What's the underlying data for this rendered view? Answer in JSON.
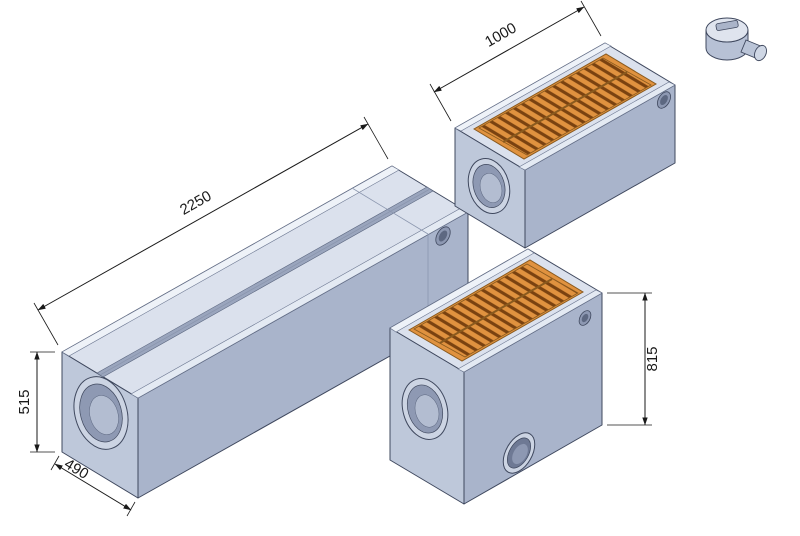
{
  "diagram": {
    "kind": "isometric technical drawing of precast drainage channel blocks",
    "dimensions": {
      "long_channel_length": "2250",
      "short_channel_length": "1000",
      "channel_height": "515",
      "channel_width": "490",
      "tall_channel_height": "815"
    },
    "colors": {
      "background": "#ffffff",
      "body_top": "#dbe1ed",
      "body_front": "#bec8da",
      "body_side": "#a9b4cb",
      "edge": "#3f485e",
      "grate_orange": "#e0923f",
      "grate_slot": "#7a4210",
      "dimension_line": "#1a1a1a"
    }
  }
}
